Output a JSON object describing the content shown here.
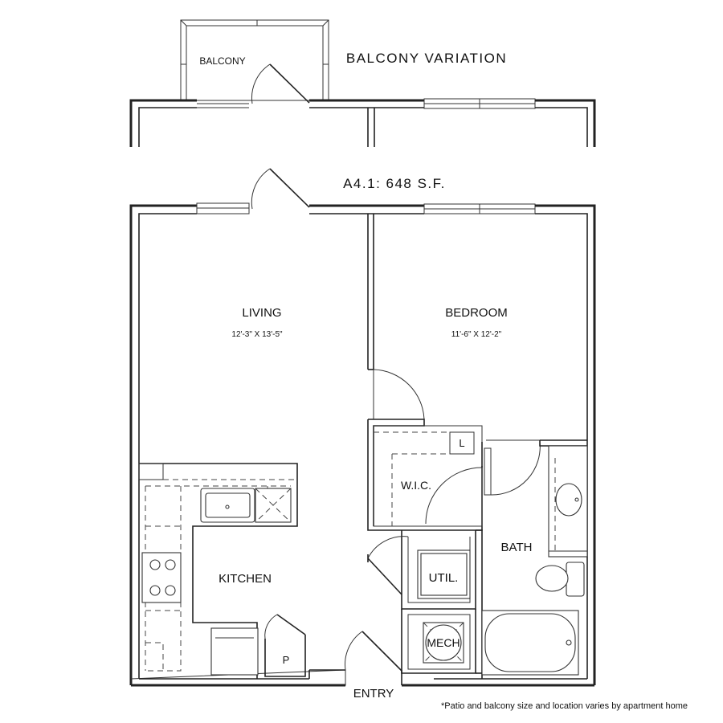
{
  "balcony_variation": {
    "title": "BALCONY VARIATION",
    "balcony_label": "BALCONY"
  },
  "plan": {
    "title": "A4.1: 648 S.F.",
    "rooms": {
      "living": {
        "name": "LIVING",
        "dims": "12'-3\" X 13'-5\""
      },
      "bedroom": {
        "name": "BEDROOM",
        "dims": "11'-6\" X 12'-2\""
      },
      "kitchen": {
        "name": "KITCHEN"
      },
      "wic": {
        "name": "W.I.C."
      },
      "bath": {
        "name": "BATH"
      },
      "util": {
        "name": "UTIL."
      },
      "mech": {
        "name": "MECH"
      },
      "pantry": {
        "name": "P"
      },
      "linen": {
        "name": "L"
      }
    },
    "entry_label": "ENTRY"
  },
  "footnote": "*Patio and balcony size and location varies by apartment home"
}
